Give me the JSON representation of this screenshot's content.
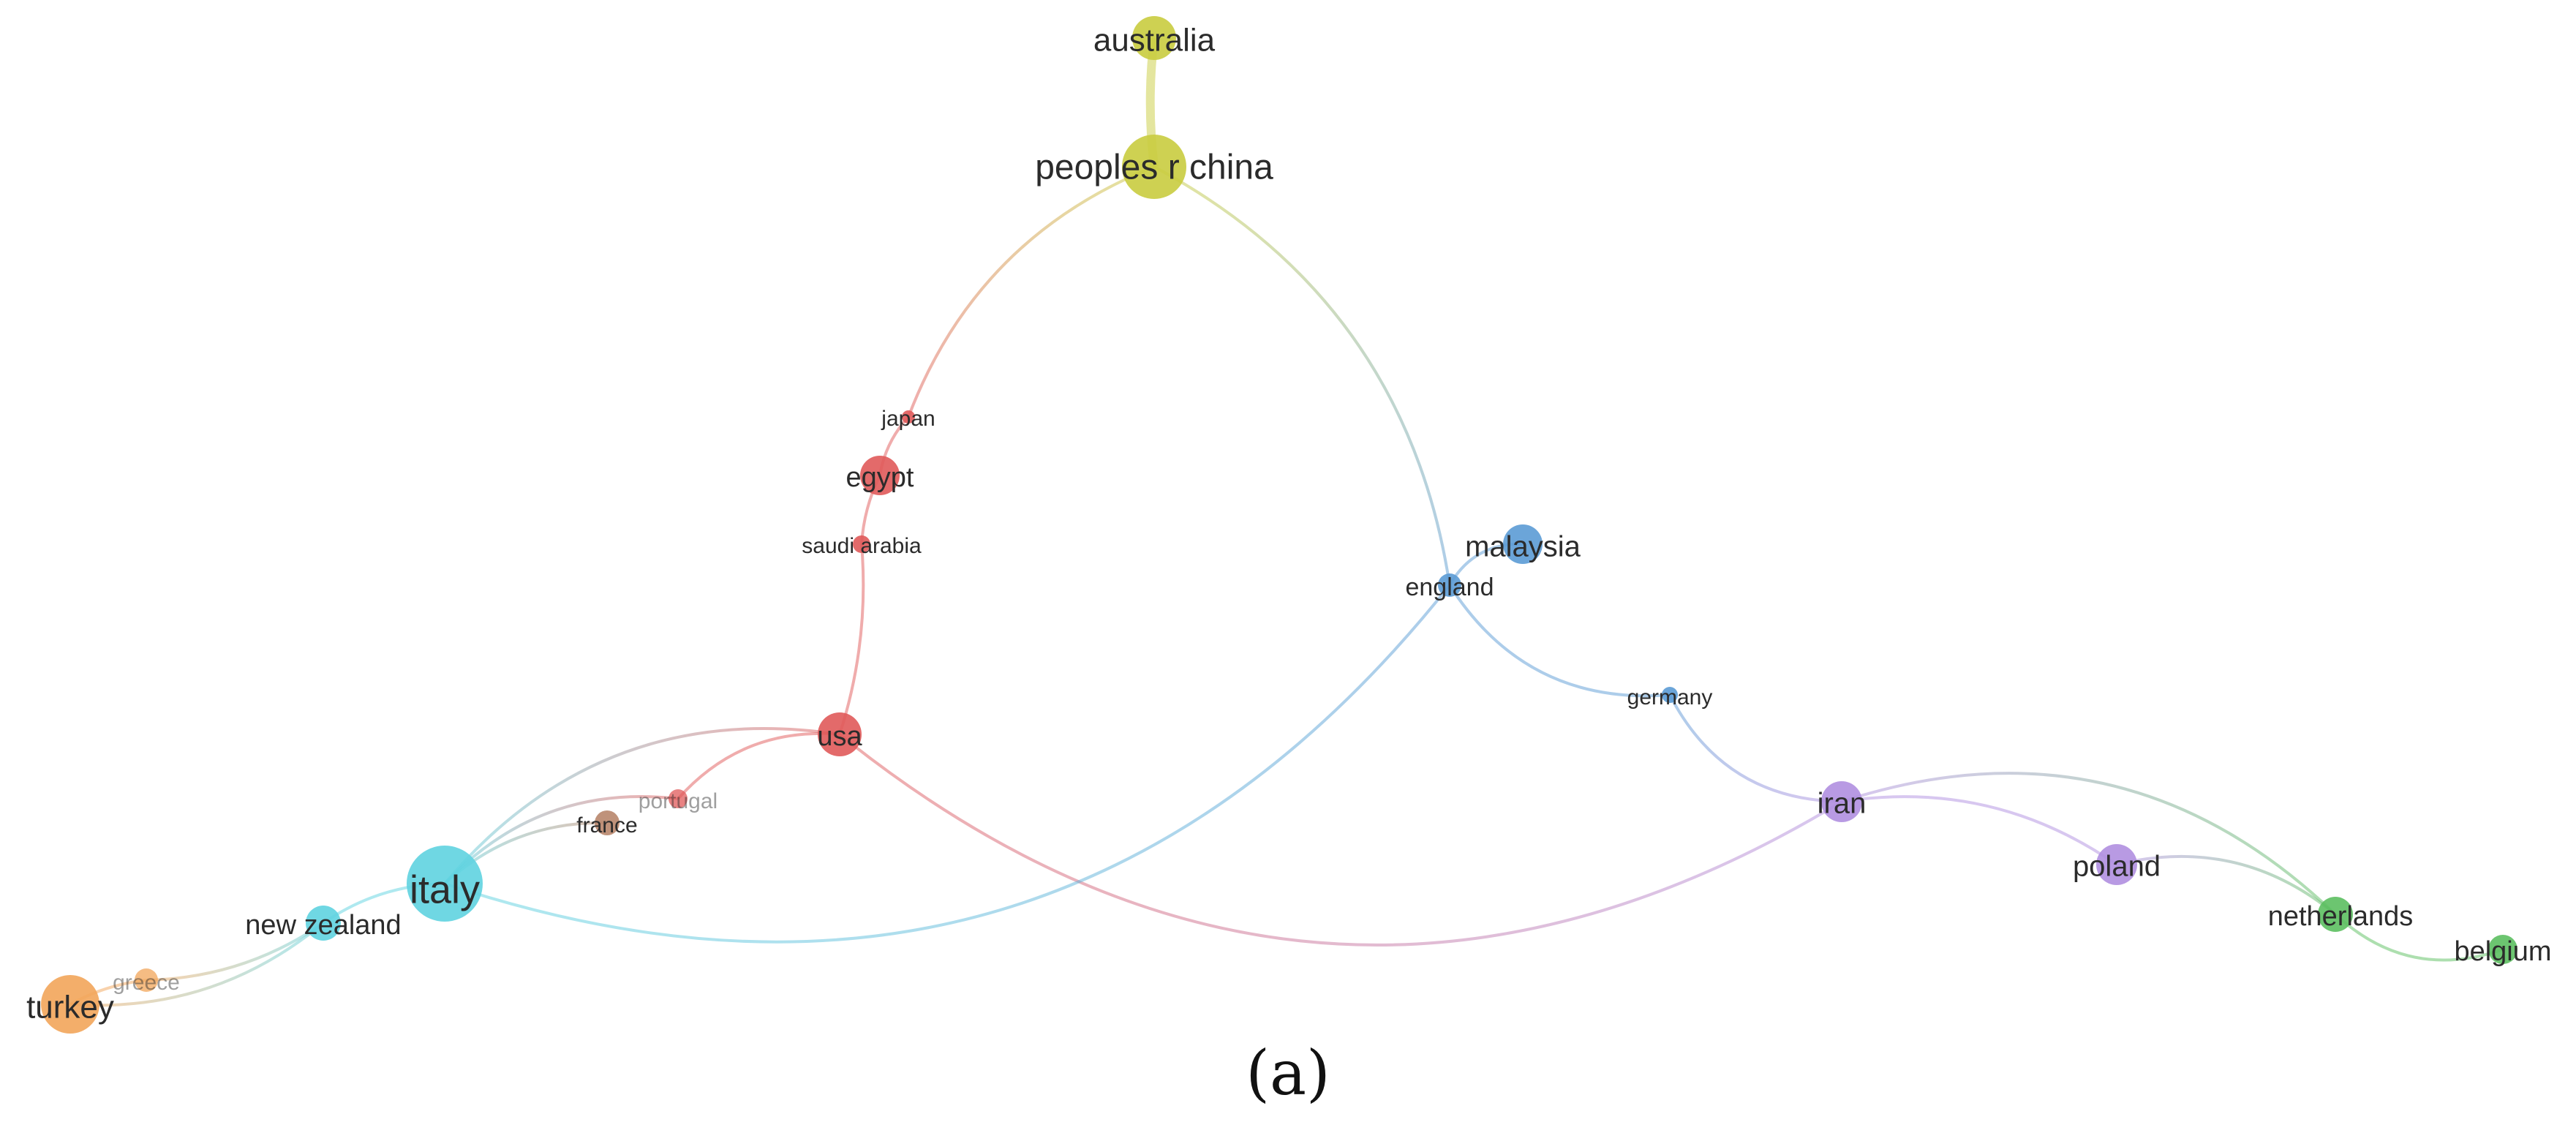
{
  "caption": "(a)",
  "nodes": [
    {
      "id": "australia",
      "label": "australia",
      "color": "#c9cc3f"
    },
    {
      "id": "peoples-r-china",
      "label": "peoples r china",
      "color": "#c9cc3f"
    },
    {
      "id": "japan",
      "label": "japan",
      "color": "#e05a5a"
    },
    {
      "id": "egypt",
      "label": "egypt",
      "color": "#e05a5a"
    },
    {
      "id": "saudi-arabia",
      "label": "saudi arabia",
      "color": "#e05a5a"
    },
    {
      "id": "usa",
      "label": "usa",
      "color": "#e05a5a"
    },
    {
      "id": "portugal",
      "label": "portugal",
      "color": "#e05a5a"
    },
    {
      "id": "france",
      "label": "france",
      "color": "#b8866b"
    },
    {
      "id": "italy",
      "label": "italy",
      "color": "#5fd3e0"
    },
    {
      "id": "new-zealand",
      "label": "new zealand",
      "color": "#5fd3e0"
    },
    {
      "id": "greece",
      "label": "greece",
      "color": "#f2a55a"
    },
    {
      "id": "turkey",
      "label": "turkey",
      "color": "#f2a55a"
    },
    {
      "id": "malaysia",
      "label": "malaysia",
      "color": "#5b9bd5"
    },
    {
      "id": "england",
      "label": "england",
      "color": "#5b9bd5"
    },
    {
      "id": "germany",
      "label": "germany",
      "color": "#5b9bd5"
    },
    {
      "id": "iran",
      "label": "iran",
      "color": "#b08fe0"
    },
    {
      "id": "poland",
      "label": "poland",
      "color": "#b08fe0"
    },
    {
      "id": "netherlands",
      "label": "netherlands",
      "color": "#5cbf60"
    },
    {
      "id": "belgium",
      "label": "belgium",
      "color": "#5cbf60"
    }
  ],
  "edges": [
    {
      "from": "australia",
      "to": "peoples-r-china"
    },
    {
      "from": "peoples-r-china",
      "to": "japan"
    },
    {
      "from": "peoples-r-china",
      "to": "england"
    },
    {
      "from": "japan",
      "to": "egypt"
    },
    {
      "from": "egypt",
      "to": "saudi-arabia"
    },
    {
      "from": "saudi-arabia",
      "to": "usa"
    },
    {
      "from": "usa",
      "to": "portugal"
    },
    {
      "from": "usa",
      "to": "italy"
    },
    {
      "from": "usa",
      "to": "iran"
    },
    {
      "from": "portugal",
      "to": "italy"
    },
    {
      "from": "france",
      "to": "italy"
    },
    {
      "from": "italy",
      "to": "new-zealand"
    },
    {
      "from": "italy",
      "to": "england"
    },
    {
      "from": "new-zealand",
      "to": "greece"
    },
    {
      "from": "new-zealand",
      "to": "turkey"
    },
    {
      "from": "greece",
      "to": "turkey"
    },
    {
      "from": "malaysia",
      "to": "england"
    },
    {
      "from": "england",
      "to": "germany"
    },
    {
      "from": "germany",
      "to": "iran"
    },
    {
      "from": "iran",
      "to": "poland"
    },
    {
      "from": "iran",
      "to": "netherlands"
    },
    {
      "from": "poland",
      "to": "netherlands"
    },
    {
      "from": "netherlands",
      "to": "belgium"
    }
  ]
}
